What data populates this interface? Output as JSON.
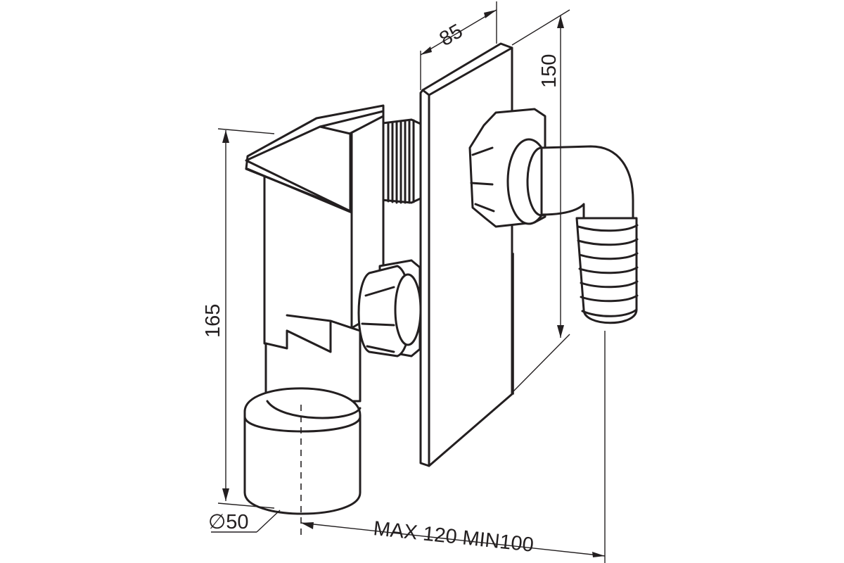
{
  "dimensions": {
    "width_top": "85",
    "height_right": "150",
    "height_left": "165",
    "diameter": "∅50",
    "depth_range": "MAX 120 MIN100"
  }
}
